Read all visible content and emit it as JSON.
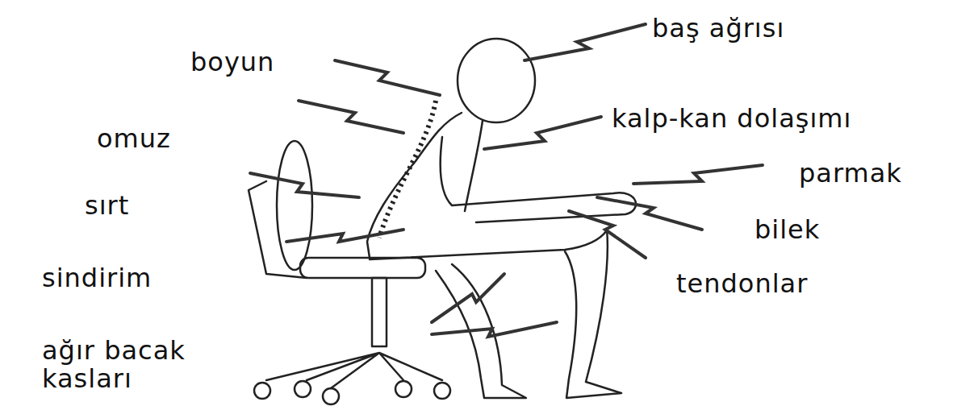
{
  "diagram": {
    "labels": [
      "baş ağrısı",
      "boyun",
      "kalp-kan dolaşımı",
      "omuz",
      "parmak",
      "sırt",
      "bilek",
      "sindirim",
      "tendonlar",
      "ağır bacak kasları"
    ]
  }
}
